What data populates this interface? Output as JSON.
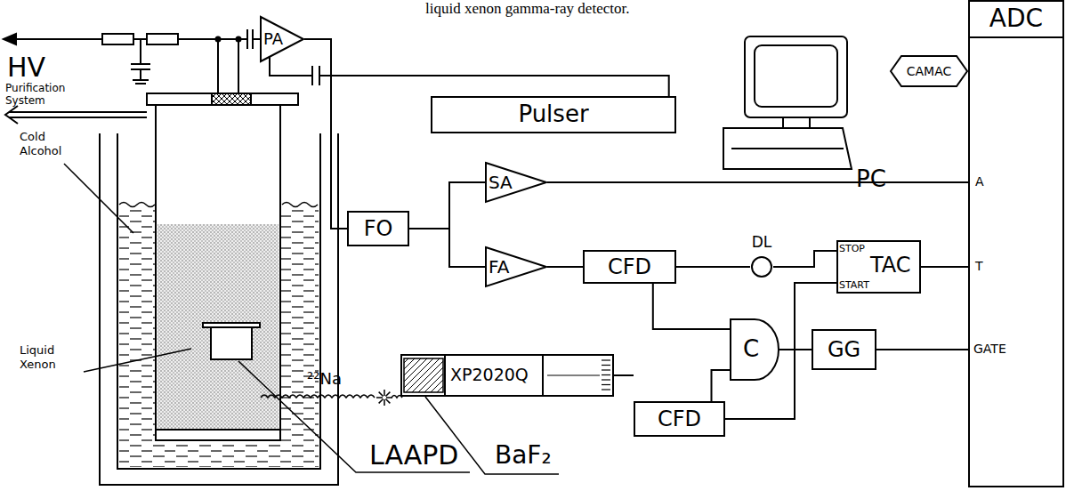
{
  "diagram": {
    "title": "liquid xenon gamma-ray detector.",
    "nodes": [
      {
        "text": [
          "PA"
        ]
      },
      {
        "text": [
          "Pulser"
        ]
      },
      {
        "text": [
          "PC"
        ]
      },
      {
        "text": [
          "CAMAC"
        ]
      },
      {
        "text": [
          "ADC",
          "A",
          "T",
          "GATE"
        ]
      },
      {
        "text": [
          "FO"
        ]
      },
      {
        "text": [
          "SA"
        ]
      },
      {
        "text": [
          "FA"
        ]
      },
      {
        "text": [
          "CFD"
        ]
      },
      {
        "text": [
          "DL"
        ]
      },
      {
        "text": [
          "STOP",
          "TAC",
          "START"
        ]
      },
      {
        "text": [
          "C"
        ]
      },
      {
        "text": [
          "GG"
        ]
      },
      {
        "text": [
          "XP2020Q"
        ]
      },
      {
        "text": [
          "CFD"
        ]
      }
    ],
    "edges": [
      {
        "from": 1,
        "to": 0,
        "arrow": "none"
      },
      {
        "from": 0,
        "to": 5,
        "arrow": "none"
      },
      {
        "from": 5,
        "to": 6,
        "arrow": "none"
      },
      {
        "from": 5,
        "to": 7,
        "arrow": "none"
      },
      {
        "from": 6,
        "to": 4,
        "arrow": "none"
      },
      {
        "from": 7,
        "to": 8,
        "arrow": "none"
      },
      {
        "from": 8,
        "to": 9,
        "arrow": "none"
      },
      {
        "from": 9,
        "to": 10,
        "arrow": "none"
      },
      {
        "from": 8,
        "to": 11,
        "arrow": "none"
      },
      {
        "from": 14,
        "to": 11,
        "arrow": "none"
      },
      {
        "from": 13,
        "to": 14,
        "arrow": "none"
      },
      {
        "from": 14,
        "to": 10,
        "arrow": "none"
      },
      {
        "from": 11,
        "to": 12,
        "arrow": "none"
      },
      {
        "from": 12,
        "to": 4,
        "arrow": "none"
      },
      {
        "from": 10,
        "to": 4,
        "arrow": "none"
      }
    ],
    "labels": [
      "HV",
      "Purification System",
      "Cold Alcohol",
      "Liquid Xenon",
      "²²Na",
      "LAAPD",
      "BaF₂"
    ]
  }
}
